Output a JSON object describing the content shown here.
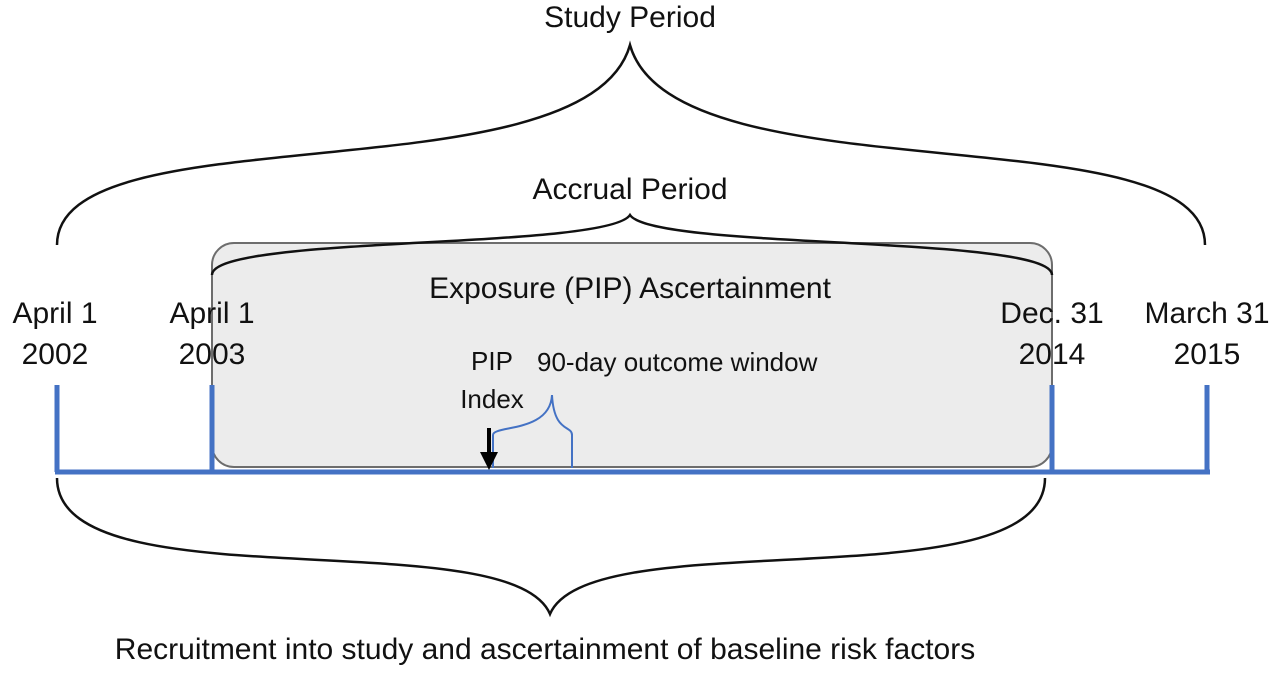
{
  "colors": {
    "timeline": "#4472c4",
    "exposure_box_fill": "#ececec",
    "exposure_box_stroke": "#6d6d6d",
    "brace": "#111111",
    "outcome_brace": "#4472c4",
    "index_arrow": "#000000",
    "text": "#111111"
  },
  "labels": {
    "study_period": "Study Period",
    "accrual_period": "Accrual Period",
    "exposure": "Exposure (PIP) Ascertainment",
    "pip_index_line1": "PIP",
    "pip_index_line2": "Index",
    "outcome_window": "90-day outcome window",
    "recruitment": "Recruitment into study and ascertainment of baseline risk factors"
  },
  "dates": [
    {
      "line1": "April 1",
      "line2": "2002"
    },
    {
      "line1": "April 1",
      "line2": "2003"
    },
    {
      "line1": "Dec. 31",
      "line2": "2014"
    },
    {
      "line1": "March 31",
      "line2": "2015"
    }
  ]
}
